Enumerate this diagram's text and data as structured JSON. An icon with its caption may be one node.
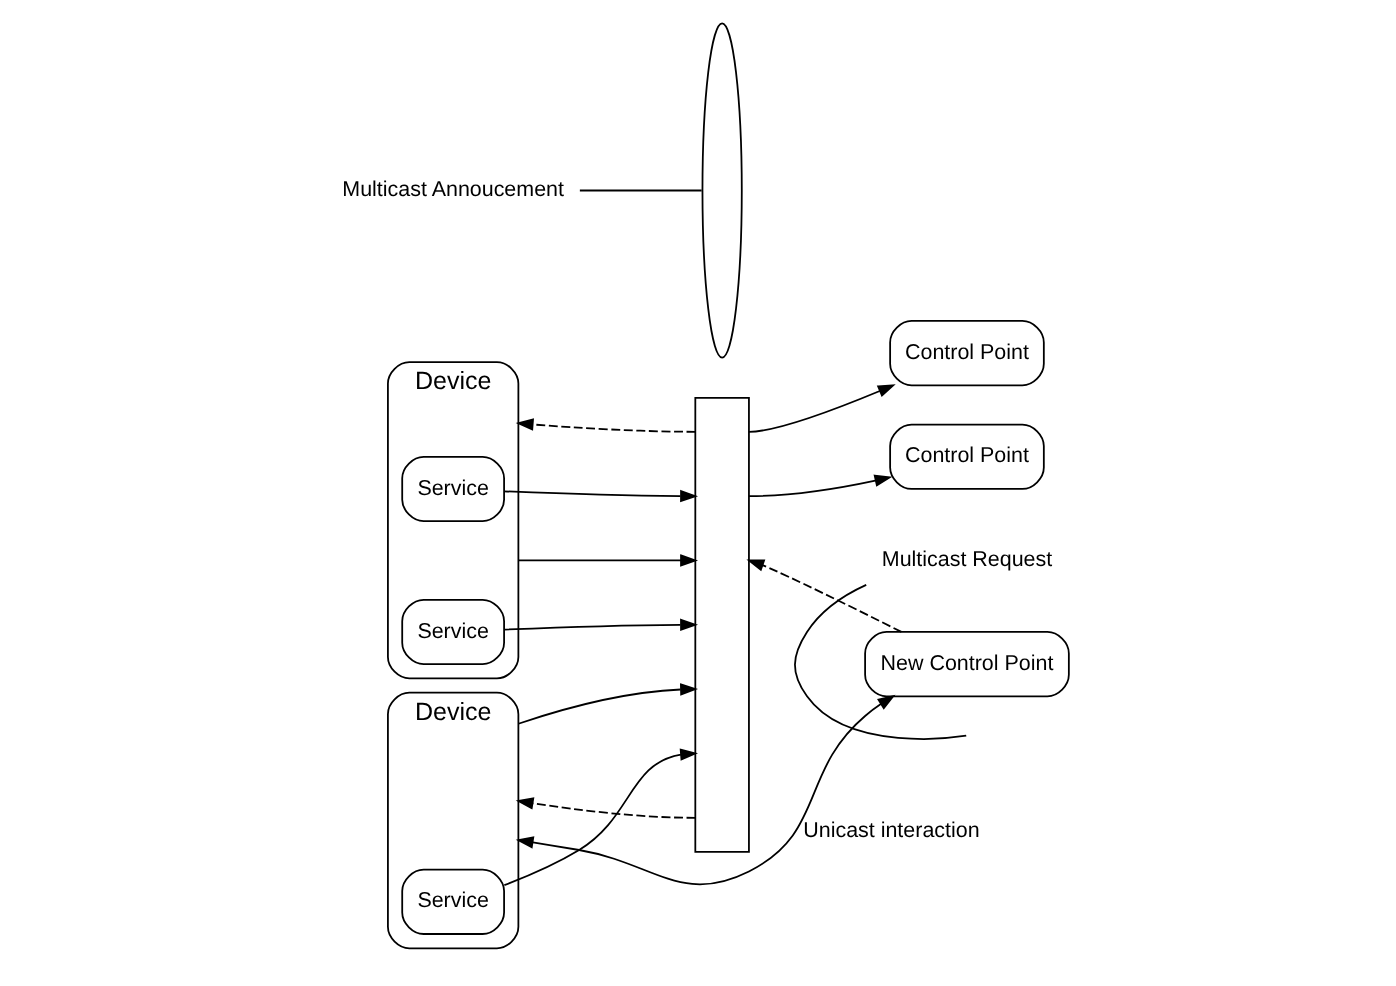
{
  "diagram": {
    "nodes": [
      {
        "text": [
          "Device"
        ]
      },
      {
        "text": [
          "Service"
        ],
        "in": 0
      },
      {
        "text": [
          "Service"
        ],
        "in": 0
      },
      {
        "text": [
          "Device"
        ]
      },
      {
        "text": [
          "Service"
        ],
        "in": 3
      },
      {
        "text": [],
        "shape": "bar"
      },
      {
        "text": [
          "Control Point"
        ]
      },
      {
        "text": [
          "Control Point"
        ]
      },
      {
        "text": [
          "New Control Point"
        ]
      },
      {
        "text": [],
        "shape": "ellipse"
      },
      {
        "text": [
          "Multicast Annoucement"
        ]
      },
      {
        "text": [
          "Multicast Request"
        ]
      }
    ],
    "edges": [
      {
        "from": 0,
        "to": 5,
        "arrow": "to"
      },
      {
        "from": 1,
        "to": 5,
        "arrow": "to"
      },
      {
        "from": 5,
        "to": 0,
        "arrow": "to",
        "style": "dashed"
      },
      {
        "from": 2,
        "to": 5,
        "arrow": "to"
      },
      {
        "from": 5,
        "to": 6,
        "arrow": "to"
      },
      {
        "from": 5,
        "to": 7,
        "arrow": "to"
      },
      {
        "from": 3,
        "to": 5,
        "arrow": "to"
      },
      {
        "from": 4,
        "to": 5,
        "arrow": "to"
      },
      {
        "from": 5,
        "to": 3,
        "arrow": "to",
        "style": "dashed"
      },
      {
        "from": 8,
        "to": 5,
        "arrow": "to",
        "style": "dashed"
      },
      {
        "from": 3,
        "to": 8,
        "arrow": "both",
        "label": "Unicast interaction"
      },
      {
        "from": 10,
        "to": 9,
        "arrow": "none"
      },
      {
        "from": 11,
        "to": null,
        "arrow": "none"
      }
    ]
  }
}
